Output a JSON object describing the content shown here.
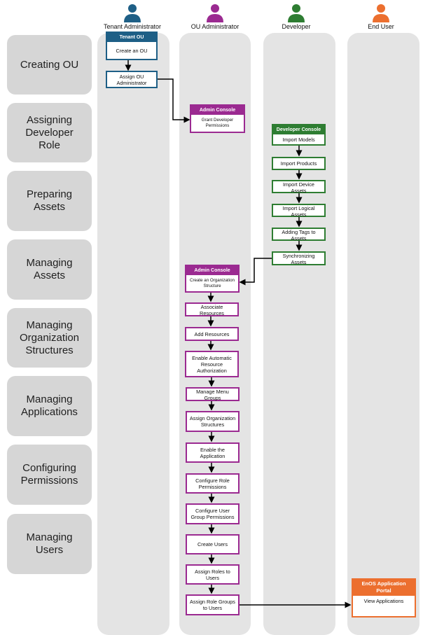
{
  "actors": {
    "tenant_admin": "Tenant Administrator",
    "ou_admin": "OU Administrator",
    "developer": "Developer",
    "end_user": "End User"
  },
  "stages": {
    "creating_ou": "Creating OU",
    "assigning_dev_role": [
      "Assigning",
      "Developer",
      "Role"
    ],
    "preparing_assets": [
      "Preparing",
      "Assets"
    ],
    "managing_assets": [
      "Managing",
      "Assets"
    ],
    "managing_org": [
      "Managing",
      "Organization",
      "Structures"
    ],
    "managing_apps": [
      "Managing",
      "Applications"
    ],
    "configuring_perms": [
      "Configuring",
      "Permissions"
    ],
    "managing_users": [
      "Managing",
      "Users"
    ]
  },
  "tenant": {
    "header": "Tenant OU",
    "create_ou": "Create an OU",
    "assign_ou_admin": "Assign OU Administrator"
  },
  "admin_console_1": {
    "header": "Admin Console",
    "grant": "Grant Developer Permissions"
  },
  "dev_console": {
    "header": "Developer Console",
    "import_models": "Import Models",
    "import_products": "Import Products",
    "import_device_assets": "Import Device Assets",
    "import_logical_assets": "Import Logical Assets",
    "adding_tags": "Adding Tags to Assets",
    "synchronizing": "Synchronizing Assets"
  },
  "admin_console_2": {
    "header": "Admin Console",
    "create_org": "Create an Organization Structure",
    "associate_resources": "Associate Resources",
    "add_resources": "Add Resources",
    "enable_auto_auth": "Enable Automatic Resource Authorization",
    "manage_menu_groups": "Manage Menu Groups",
    "assign_org_structures": "Assign Organization Structures",
    "enable_app": "Enable the Application",
    "config_role_perms": "Configure Role Permissions",
    "config_group_perms": "Configure User Group Permissions",
    "create_users": "Create Users",
    "assign_roles": "Assign Roles to Users",
    "assign_role_groups": "Assign Role Groups to Users"
  },
  "portal": {
    "header": "EnOS Application Portal",
    "view_apps": "View Applications"
  },
  "colors": {
    "tenant": "#1e5f86",
    "ou_admin": "#9b2a91",
    "developer": "#2e7d32",
    "end_user": "#ec6f2f",
    "lane": "#e4e4e4",
    "stage": "#d6d6d6"
  },
  "icons": [
    "person-icon"
  ]
}
